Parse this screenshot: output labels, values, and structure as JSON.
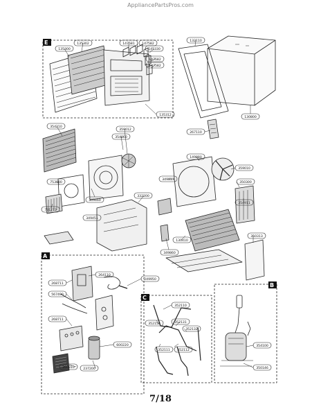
{
  "site": "AppliancePartsPros.com",
  "page_number": "7/18",
  "sections": {
    "e": "E",
    "a": "A",
    "b": "B",
    "c": "C"
  },
  "callouts": {
    "c1": "135302",
    "c2": "135300",
    "c3": "147581",
    "c4": "147582",
    "c5": "145330",
    "c6": "147582",
    "c7": "135312",
    "c8": "132110",
    "c9": "130800",
    "c10": "267110",
    "c11": "354210",
    "c12": "359012",
    "c13": "354860",
    "c14": "753080",
    "c15": "349460",
    "c16": "349451",
    "c17": "731273",
    "c18": "332200",
    "c19": "349811",
    "c20": "149880",
    "c21": "359010",
    "c22": "350300",
    "c23": "354911",
    "c24": "349860",
    "c25": "130410",
    "c26": "350313",
    "c27": "264110",
    "c28": "268711",
    "c29": "567490",
    "c30": "249950",
    "c31": "268711",
    "c32": "260310",
    "c33": "237200",
    "c34": "600220",
    "c35": "352110",
    "c36": "352150",
    "c37": "352131",
    "c38": "352132",
    "c39": "352111",
    "c40": "352112",
    "c41": "354100",
    "c42": "350146"
  }
}
